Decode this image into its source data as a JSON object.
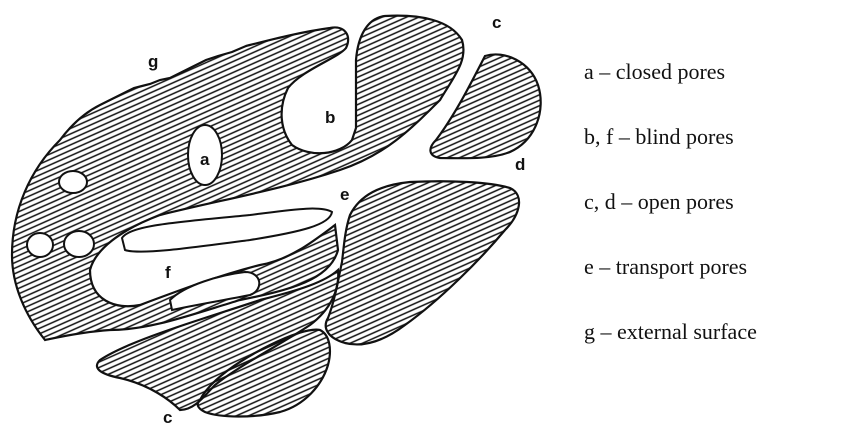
{
  "diagram": {
    "labels": {
      "a": "a",
      "b": "b",
      "c_top": "c",
      "c_bottom": "c",
      "d": "d",
      "e": "e",
      "f": "f",
      "g": "g"
    },
    "legend": [
      {
        "text": "a – closed pores"
      },
      {
        "text": "b, f  – blind pores"
      },
      {
        "text": "c, d – open pores"
      },
      {
        "text": "e – transport pores"
      },
      {
        "text": "g – external surface"
      }
    ],
    "colors": {
      "ink": "#111111",
      "pore": "#ffffff",
      "background": "#ffffff"
    }
  }
}
